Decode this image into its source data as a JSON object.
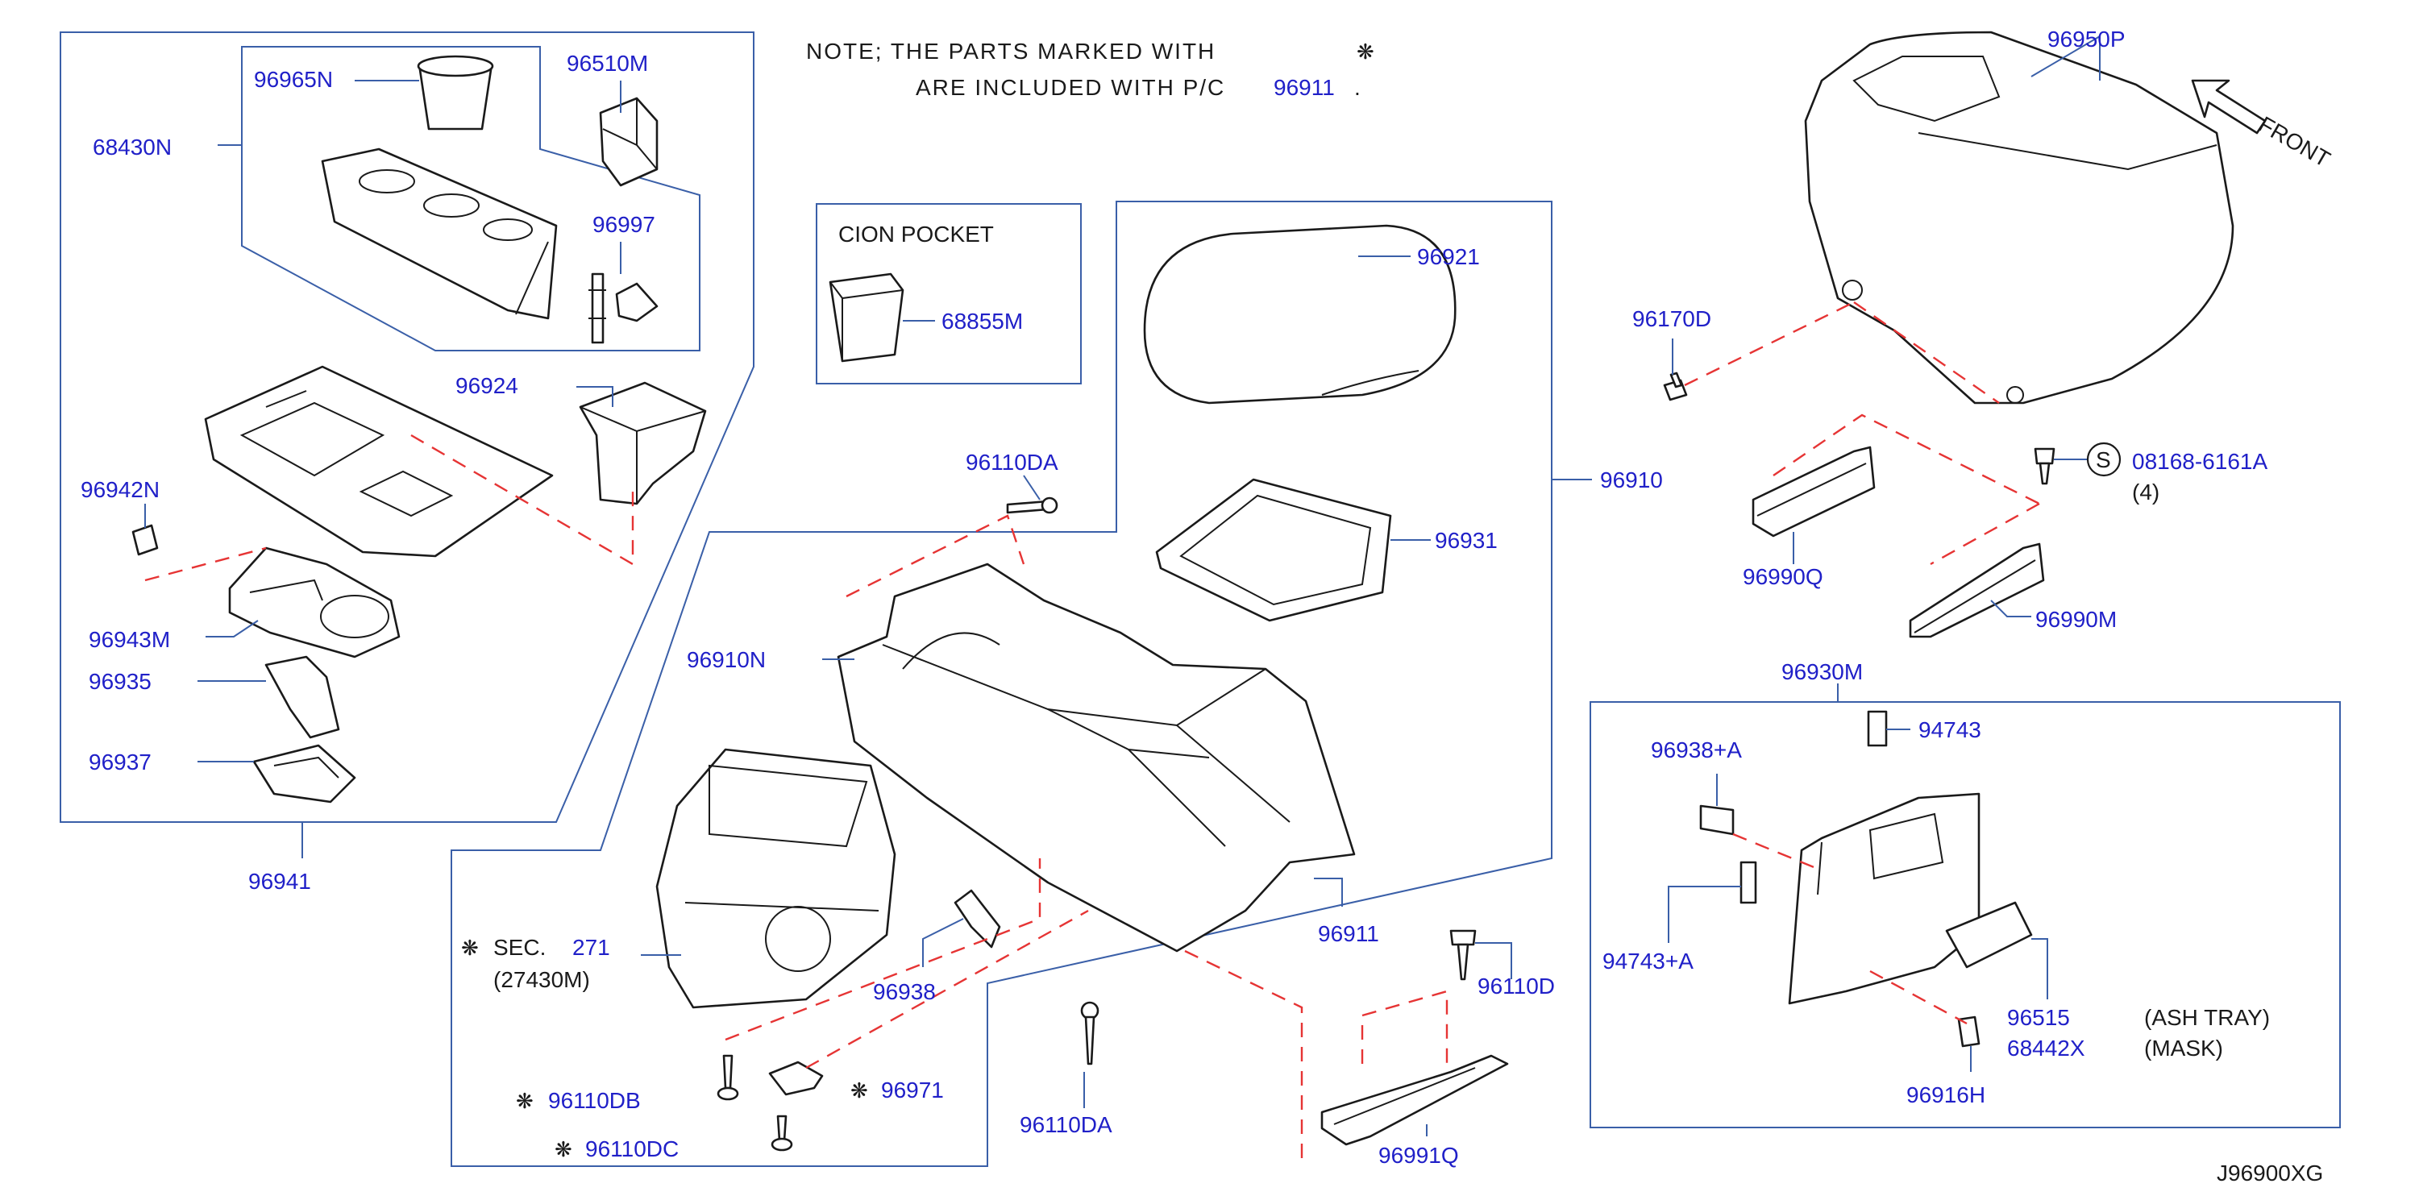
{
  "note": {
    "line1": "NOTE;  THE  PARTS  MARKED  WITH",
    "line2": "ARE  INCLUDED  WITH  P/C",
    "part": "96911",
    "end": ".",
    "symbol": "❋"
  },
  "front_label": "FRONT",
  "cion_pocket_title": "CION   POCKET",
  "diagram_id": "J96900XG",
  "sec": {
    "text": "SEC.",
    "number": "271",
    "sub": "(27430M)"
  },
  "labels": {
    "p68430N": "68430N",
    "p96965N": "96965N",
    "p96510M": "96510M",
    "p96997": "96997",
    "p96924": "96924",
    "p96942N": "96942N",
    "p96943M": "96943M",
    "p96935": "96935",
    "p96937": "96937",
    "p96941": "96941",
    "p68855M": "68855M",
    "p96921": "96921",
    "p96110DA_top": "96110DA",
    "p96910": "96910",
    "p96931": "96931",
    "p96910N": "96910N",
    "p96911": "96911",
    "p96938": "96938",
    "p96110D": "96110D",
    "p96110DB": "96110DB",
    "p96971": "96971",
    "p96110DC": "96110DC",
    "p96110DA_bottom": "96110DA",
    "p96991Q": "96991Q",
    "p96950P": "96950P",
    "p96170D": "96170D",
    "p08168": "08168-6161A",
    "p08168_qty": "(4)",
    "p08168_s": "S",
    "p96990Q": "96990Q",
    "p96990M": "96990M",
    "p96930M": "96930M",
    "p96938A": "96938+A",
    "p94743": "94743",
    "p94743A": "94743+A",
    "p96515": "96515",
    "p68442X": "68442X",
    "p96916H": "96916H",
    "ash_tray": "(ASH   TRAY)",
    "mask": "(MASK)"
  }
}
